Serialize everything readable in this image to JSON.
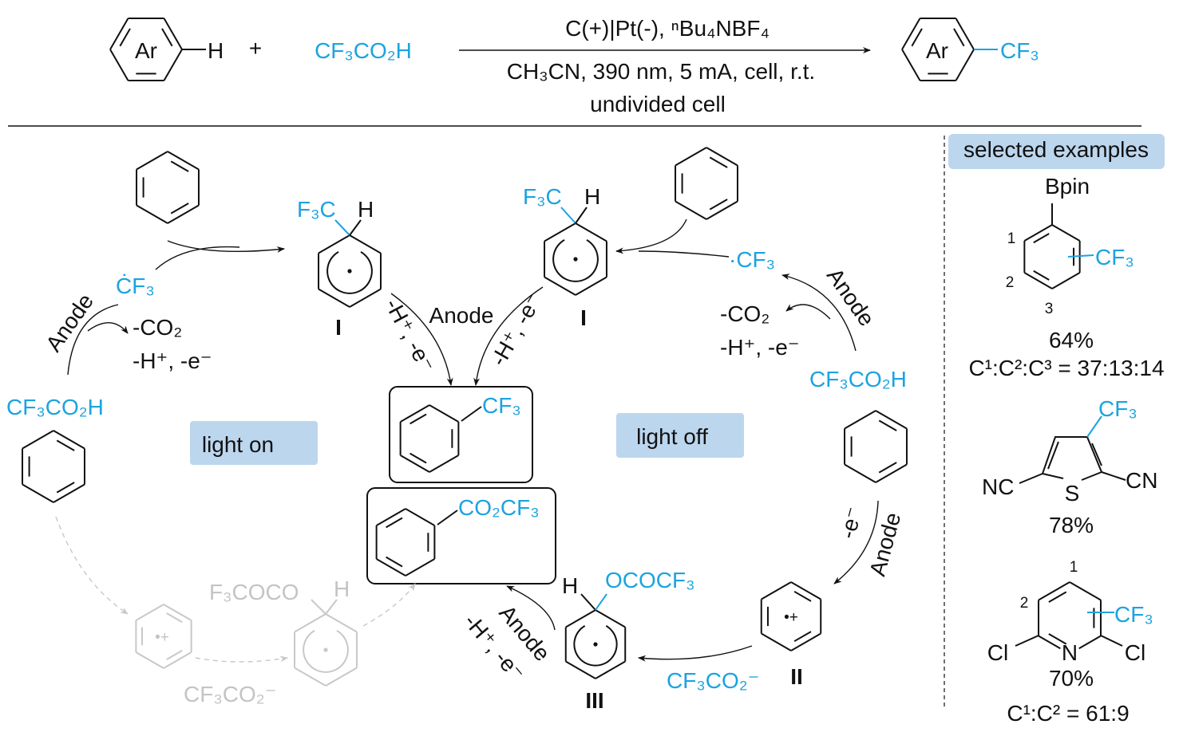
{
  "colors": {
    "accent": "#1ba3e0",
    "label_box": "#bcd6ee",
    "faded": "#c4c4c4"
  },
  "scheme": {
    "ar": "Ar",
    "h": "H",
    "plus": "+",
    "reagent": "CF₃CO₂H",
    "conditions_top": "C(+)|Pt(-), ⁿBu₄NBF₄",
    "conditions_bottom": "CH₃CN, 390 nm, 5 mA, cell, r.t.",
    "conditions_cell": "undivided cell",
    "product_group": "CF₃"
  },
  "left_cycle": {
    "anode": "Anode",
    "cf3_radical": "ĊF₃",
    "minus_co2": "-CO₂",
    "minus_h_e": "-H⁺, -e⁻",
    "acid": "CF₃CO₂H",
    "f3c": "F₃C",
    "h": "H",
    "intermediate": "I",
    "deprot": "-H⁺, -e⁻",
    "anode2": "Anode",
    "mode": "light on"
  },
  "right_cycle": {
    "f3c": "F₃C",
    "h": "H",
    "intermediate": "I",
    "deprot": "-H⁺, -e⁻",
    "cf3_radical": "·CF₃",
    "anode": "Anode",
    "minus_co2": "-CO₂",
    "minus_h_e": "-H⁺, -e⁻",
    "acid": "CF₃CO₂H",
    "mode": "light off",
    "minus_e": "-e⁻",
    "anode2": "Anode",
    "radical_cation": "•+",
    "label_ii": "II",
    "trifluoroacetate": "CF₃CO₂⁻",
    "h3": "H",
    "ococf3": "OCOCF₃",
    "label_iii": "III",
    "anode3": "Anode",
    "deprot3": "-H⁺, -e⁻"
  },
  "products": {
    "cf3": "CF₃",
    "co2cf3": "CO₂CF₃"
  },
  "faded_path": {
    "radical_cation": "•+",
    "f3coco": "F₃COCO",
    "h": "H",
    "trifluoroacetate": "CF₃CO₂⁻"
  },
  "examples": {
    "title": "selected examples",
    "ex1": {
      "bpin": "Bpin",
      "pos1": "1",
      "pos2": "2",
      "pos3": "3",
      "cf3": "CF₃",
      "yield": "64%",
      "ratio": "C¹:C²:C³ = 37:13:14"
    },
    "ex2": {
      "cf3": "CF₃",
      "nc": "NC",
      "s": "S",
      "cn": "CN",
      "yield": "78%"
    },
    "ex3": {
      "pos1": "1",
      "pos2": "2",
      "cf3": "CF₃",
      "cl_left": "Cl",
      "n": "N",
      "cl_right": "Cl",
      "yield": "70%",
      "ratio": "C¹:C² = 61:9"
    }
  }
}
